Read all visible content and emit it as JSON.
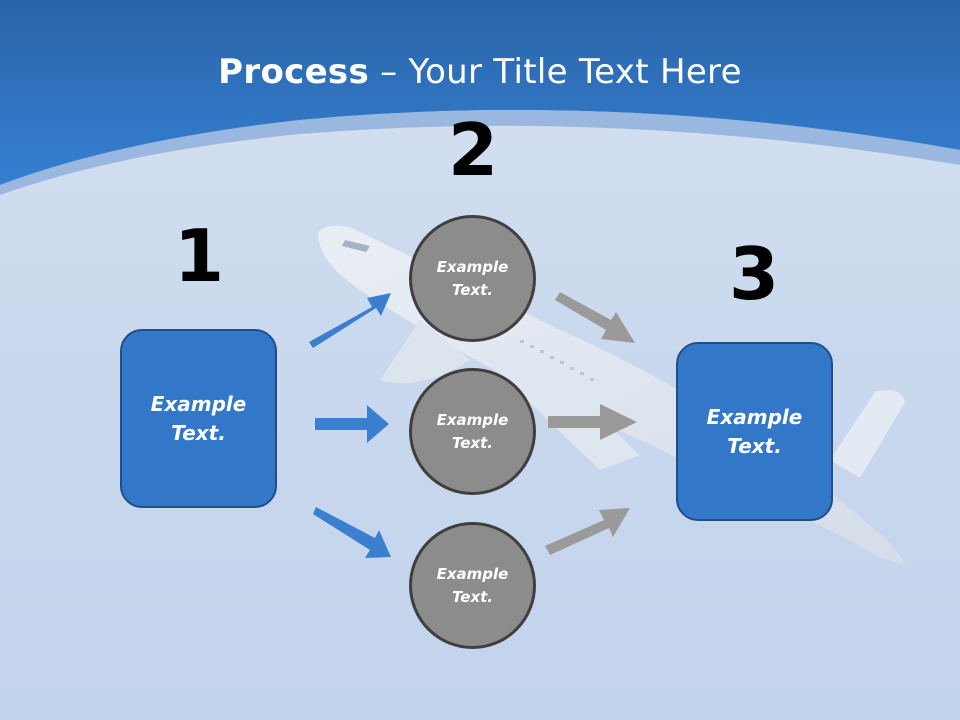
{
  "title": {
    "bold": "Process",
    "rest": " – Your Title Text Here"
  },
  "steps": {
    "one": "1",
    "two": "2",
    "three": "3"
  },
  "left_box": {
    "text": "Example Text."
  },
  "right_box": {
    "text": "Example Text."
  },
  "circles": [
    {
      "text": "Example Text."
    },
    {
      "text": "Example Text."
    },
    {
      "text": "Example Text."
    }
  ],
  "colors": {
    "header": "#2e76c8",
    "box": "#3378c8",
    "circle": "#8c8c8c",
    "arrow_blue": "#3a7fd0",
    "arrow_gray": "#9a9a9a"
  },
  "icons": [
    "airplane-illustration",
    "arrow-icon"
  ]
}
